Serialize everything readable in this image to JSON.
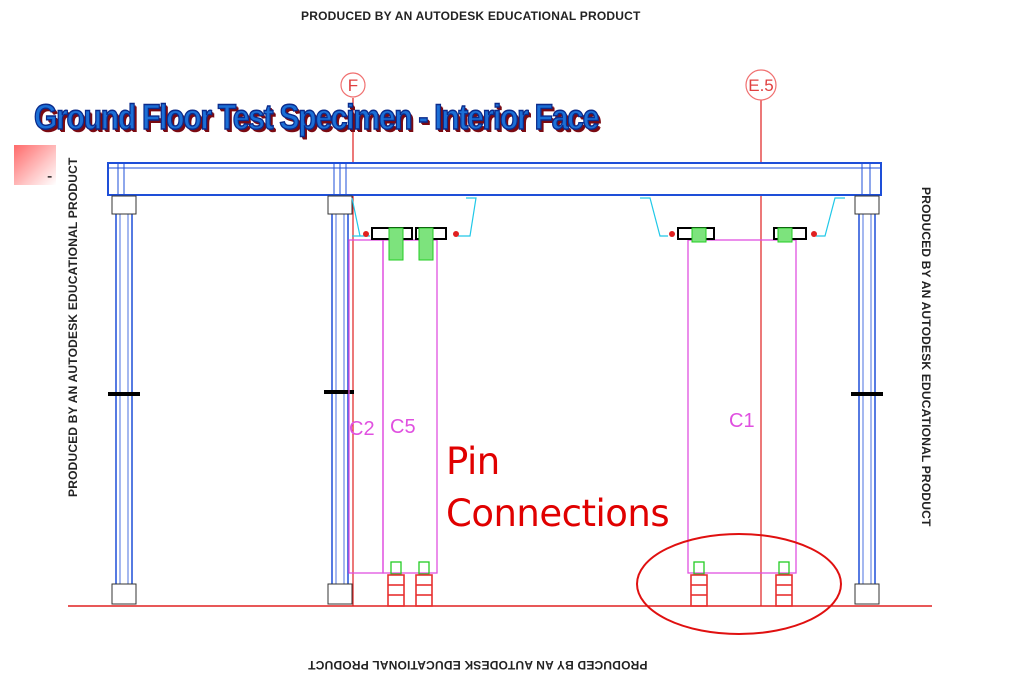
{
  "watermark": "PRODUCED BY AN AUTODESK EDUCATIONAL PRODUCT",
  "slide": {
    "title": "Ground Floor Test Specimen - Interior Face",
    "bullet_dash": "-"
  },
  "callout": {
    "line1": "Pin",
    "line2": "Connections"
  },
  "grid_labels": {
    "f": "F",
    "e5": "E.5"
  },
  "column_labels": {
    "c2": "C2",
    "c5": "C5",
    "c1": "C1"
  },
  "colors": {
    "frame_blue": "#1e4fd8",
    "grid_red": "#e02020",
    "column_magenta": "#e050e0",
    "connector_green": "#22cc22",
    "brace_cyan": "#20c8e8",
    "callout_red": "#e00000"
  }
}
